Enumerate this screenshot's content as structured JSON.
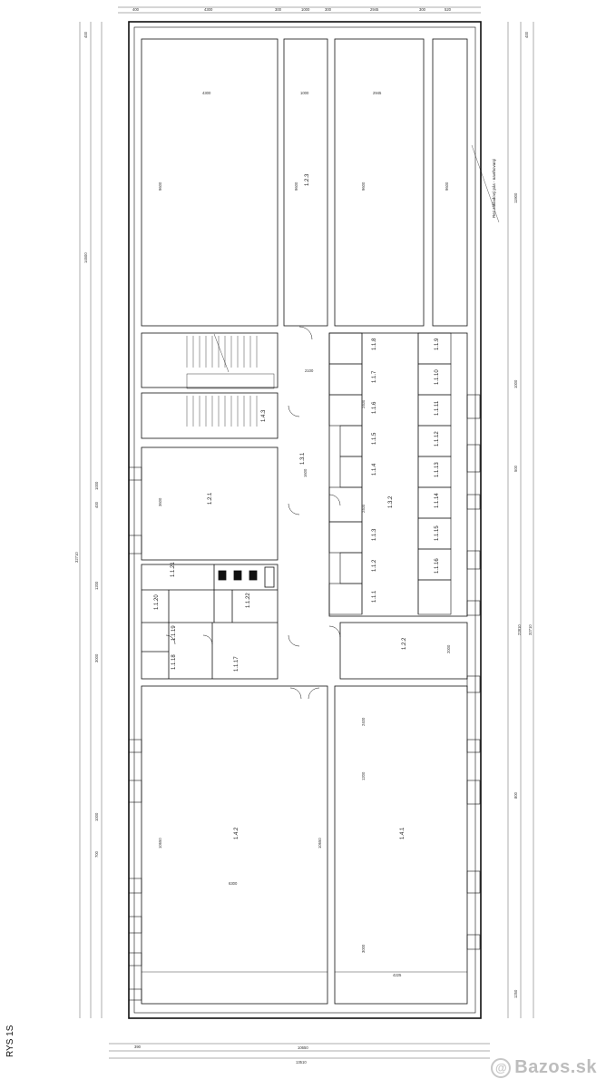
{
  "drawing": {
    "title": "RYS 1S",
    "note": "Rez základový pás - navrhovaný",
    "watermark": "Bazos.sk"
  },
  "rooms": [
    {
      "id": "1.2.3"
    },
    {
      "id": "1.4.3"
    },
    {
      "id": "1.3.1"
    },
    {
      "id": "1.2.1"
    },
    {
      "id": "1.1.21"
    },
    {
      "id": "1.1.22"
    },
    {
      "id": "1.1.20"
    },
    {
      "id": "1.1.19"
    },
    {
      "id": "1.1.18"
    },
    {
      "id": "1.1.17"
    },
    {
      "id": "1.1.8"
    },
    {
      "id": "1.1.9"
    },
    {
      "id": "1.1.7"
    },
    {
      "id": "1.1.10"
    },
    {
      "id": "1.1.6"
    },
    {
      "id": "1.1.11"
    },
    {
      "id": "1.1.5"
    },
    {
      "id": "1.1.12"
    },
    {
      "id": "1.1.4"
    },
    {
      "id": "1.1.13"
    },
    {
      "id": "1.3.2"
    },
    {
      "id": "1.1.14"
    },
    {
      "id": "1.1.3"
    },
    {
      "id": "1.1.15"
    },
    {
      "id": "1.1.2"
    },
    {
      "id": "1.1.16"
    },
    {
      "id": "1.1.1"
    },
    {
      "id": "1.2.2"
    },
    {
      "id": "1.4.2"
    },
    {
      "id": "1.4.1"
    }
  ],
  "dimensions": {
    "top": [
      "400",
      "4300",
      "300",
      "1000",
      "300",
      "2945",
      "300",
      "520"
    ],
    "bottom": [
      "390",
      "10650",
      "13510"
    ],
    "left": [
      "400",
      "14500",
      "1000",
      "400",
      "3000",
      "1000",
      "32710",
      "1200",
      "700"
    ],
    "right": [
      "400",
      "11900",
      "1000",
      "500",
      "32710",
      "22810",
      "1250",
      "800"
    ],
    "inner": [
      "9600",
      "9600",
      "9600",
      "9600",
      "4300",
      "1000",
      "2945",
      "3600",
      "10650",
      "10650",
      "6300",
      "4225",
      "2400",
      "1200",
      "3000",
      "2000",
      "2100",
      "1600",
      "2400",
      "2400"
    ]
  }
}
